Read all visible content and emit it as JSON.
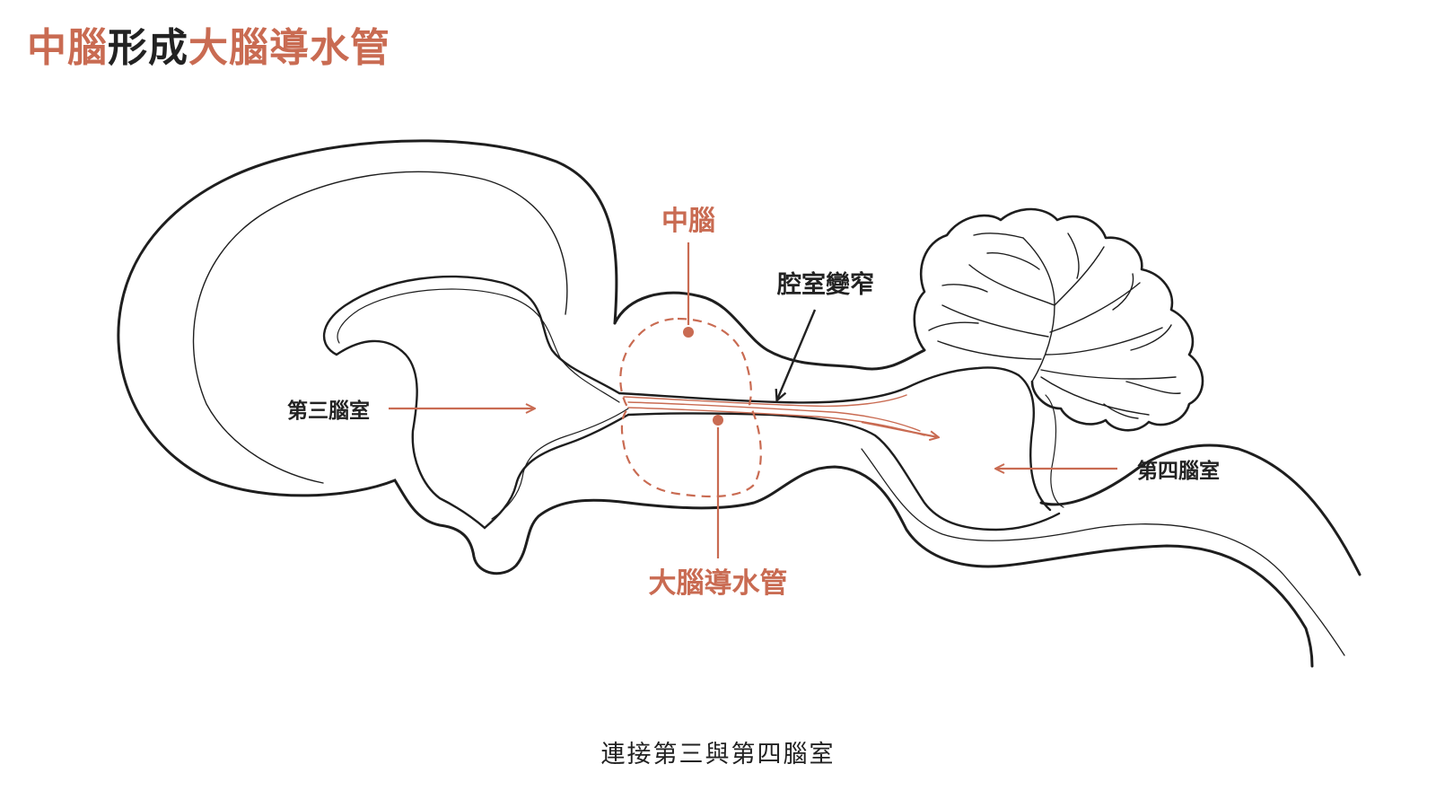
{
  "title": {
    "part1": "中腦",
    "part2": "形成",
    "part3": "大腦導水管"
  },
  "labels": {
    "midbrain": "中腦",
    "narrowing": "腔室變窄",
    "third_ventricle": "第三腦室",
    "fourth_ventricle": "第四腦室",
    "aqueduct": "大腦導水管"
  },
  "caption": "連接第三與第四腦室",
  "colors": {
    "accent": "#c96b52",
    "ink": "#222222",
    "background": "#ffffff"
  }
}
